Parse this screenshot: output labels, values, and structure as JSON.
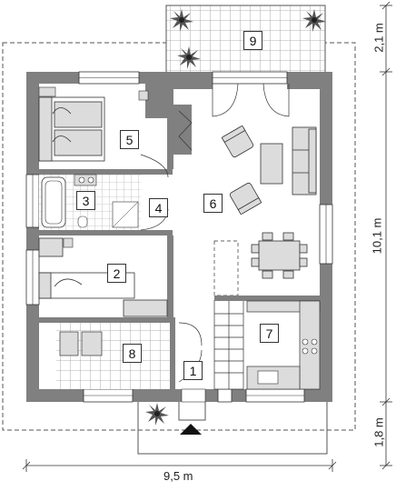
{
  "rooms": [
    {
      "number": "1"
    },
    {
      "number": "2"
    },
    {
      "number": "3"
    },
    {
      "number": "4"
    },
    {
      "number": "5"
    },
    {
      "number": "6"
    },
    {
      "number": "7"
    },
    {
      "number": "8"
    },
    {
      "number": "9"
    }
  ],
  "dimensions": {
    "width": "9,5 m",
    "terrace_depth": "2,1 m",
    "house_depth": "10,1 m",
    "entry_depth": "1,8 m"
  },
  "colors": {
    "wall": "#808080",
    "tile_grid": "#9a9a9a",
    "furniture_fill": "#dcdcdc",
    "line": "#333333"
  }
}
